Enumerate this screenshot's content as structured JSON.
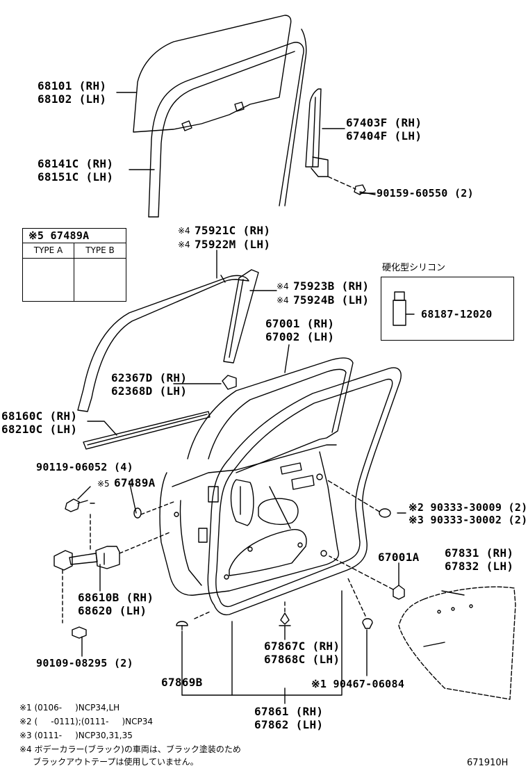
{
  "diagram_id": "671910H",
  "parts": {
    "glass": [
      "68101 (RH)",
      "68102 (LH)"
    ],
    "run": [
      "68141C (RH)",
      "68151C (LH)"
    ],
    "frame_moulding": [
      "67403F (RH)",
      "67404F (LH)"
    ],
    "bolt_90159": "90159-60550 (2)",
    "moulding_upper_note": "※4",
    "moulding_upper": [
      "75921C (RH)",
      "75922M (LH)"
    ],
    "moulding_pillar_note": "※4",
    "moulding_pillar": [
      "75923B (RH)",
      "75924B (LH)"
    ],
    "door_panel": [
      "67001 (RH)",
      "67002 (LH)"
    ],
    "clip_62367": [
      "62367D (RH)",
      "62368D (LH)"
    ],
    "belt_weatherstrip": [
      "68160C (RH)",
      "68210C (LH)"
    ],
    "screw_90119": "90119-06052 (4)",
    "plug_note": "※5",
    "plug": "67489A",
    "plug_right": [
      "※2 90333-30009 (2)",
      "※3 90333-30002 (2)"
    ],
    "check": [
      "68610B (RH)",
      "68620 (LH)"
    ],
    "bolt_90109": "90109-08295 (2)",
    "plug_67001A": "67001A",
    "cover": [
      "67831 (RH)",
      "67832 (LH)"
    ],
    "clip_67867": [
      "67867C (RH)",
      "67868C (LH)"
    ],
    "clip_67869B": "67869B",
    "clip_90467": "※1 90467-06084",
    "weatherstrip": [
      "67861 (RH)",
      "67862 (LH)"
    ]
  },
  "type_table": {
    "title": "※5 67489A",
    "col_a": "TYPE A",
    "col_b": "TYPE B"
  },
  "silicone_box": {
    "caption": "硬化型シリコン",
    "part": "68187-12020"
  },
  "footnotes": [
    "※1 (0106-     )NCP34,LH",
    "※2 (     -0111);(0111-     )NCP34",
    "※3 (0111-     )NCP30,31,35",
    "※4 ボデーカラー(ブラック)の車両は、ブラック塗装のため",
    "     ブラックアウトテープは使用していません。"
  ]
}
